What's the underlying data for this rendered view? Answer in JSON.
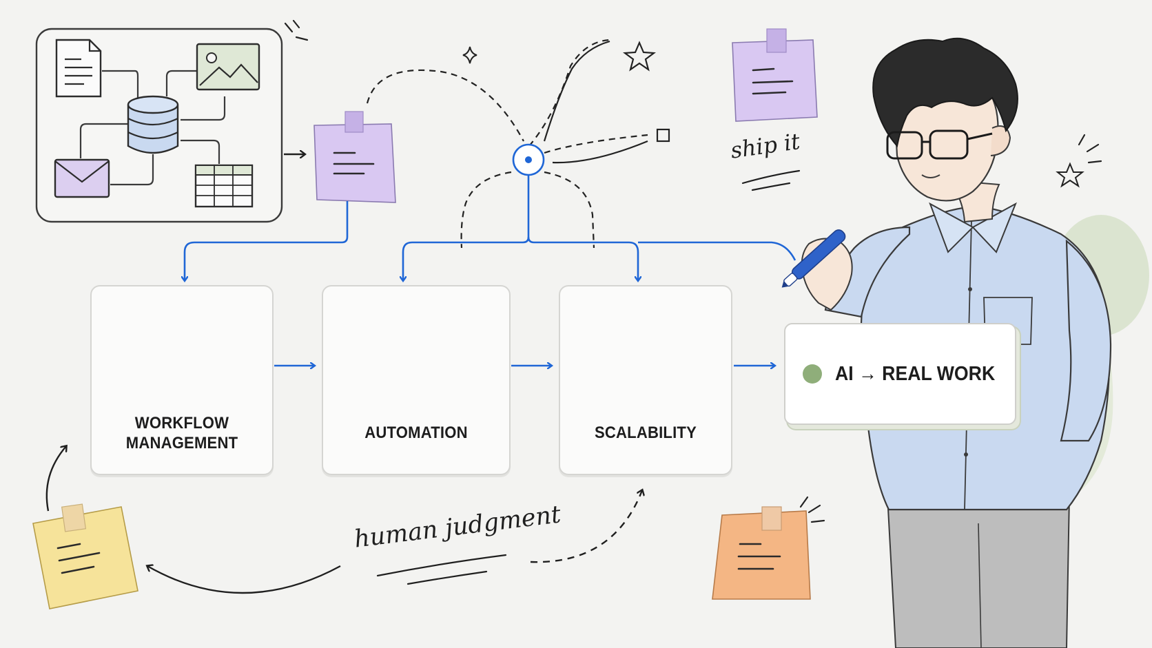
{
  "steps": [
    {
      "id": "workflow",
      "line1": "WORKFLOW",
      "line2": "MANAGEMENT",
      "icon": "network-nodes-icon"
    },
    {
      "id": "automation",
      "label": "AUTOMATION",
      "icon": "gear-check-icon"
    },
    {
      "id": "scalability",
      "label": "SCALABILITY",
      "icon": "expand-arrows-icon"
    }
  ],
  "result": {
    "label": "AI → REAL WORK",
    "dot_color": "#8fae7a"
  },
  "annotations": {
    "ship": "ship it",
    "judgment": "human judgment"
  },
  "colors": {
    "flow_blue": "#1f66d6",
    "note_purple": "#d9c8f2",
    "note_yellow": "#f6e39a",
    "note_orange": "#f4b684",
    "shirt_blue": "#c9d9f0",
    "pants_gray": "#bdbdbd"
  }
}
